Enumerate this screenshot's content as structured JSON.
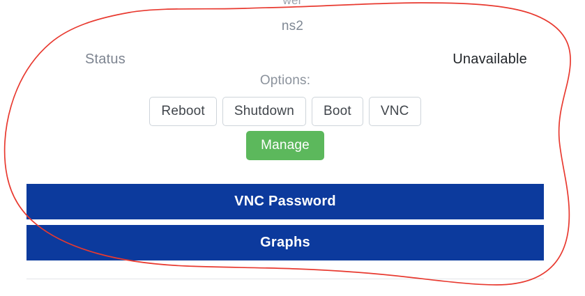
{
  "page": {
    "background_color": "#ffffff",
    "clipped_top_text": "wer",
    "server_name": "ns2"
  },
  "status": {
    "label": "Status",
    "value": "Unavailable",
    "value_color": "#212529",
    "label_color": "#7d8490"
  },
  "options": {
    "label": "Options:",
    "buttons": [
      {
        "label": "Reboot"
      },
      {
        "label": "Shutdown"
      },
      {
        "label": "Boot"
      },
      {
        "label": "VNC"
      }
    ],
    "primary_button": {
      "label": "Manage",
      "color": "#5cb85c"
    }
  },
  "sections": [
    {
      "title": "VNC Password",
      "color": "#0c3a9d"
    },
    {
      "title": "Graphs",
      "color": "#0c3a9d"
    }
  ],
  "annotation": {
    "type": "freehand-ellipse",
    "color": "#e8392f",
    "stroke_width": 1.6,
    "description": "hand drawn red circle around status, options and section bars"
  }
}
